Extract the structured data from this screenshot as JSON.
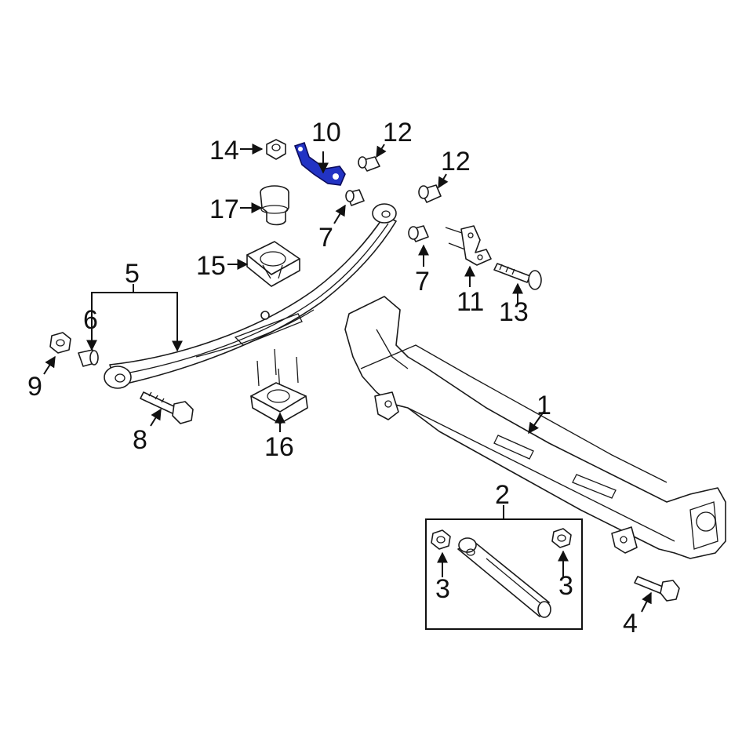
{
  "diagram": {
    "callouts": [
      "1",
      "2",
      "3",
      "3",
      "4",
      "5",
      "6",
      "7",
      "7",
      "8",
      "9",
      "10",
      "11",
      "12",
      "12",
      "13",
      "14",
      "15",
      "16",
      "17"
    ],
    "highlighted_part": "10",
    "highlight_color": "#2233c4",
    "line_color": "#1a1a1a"
  }
}
